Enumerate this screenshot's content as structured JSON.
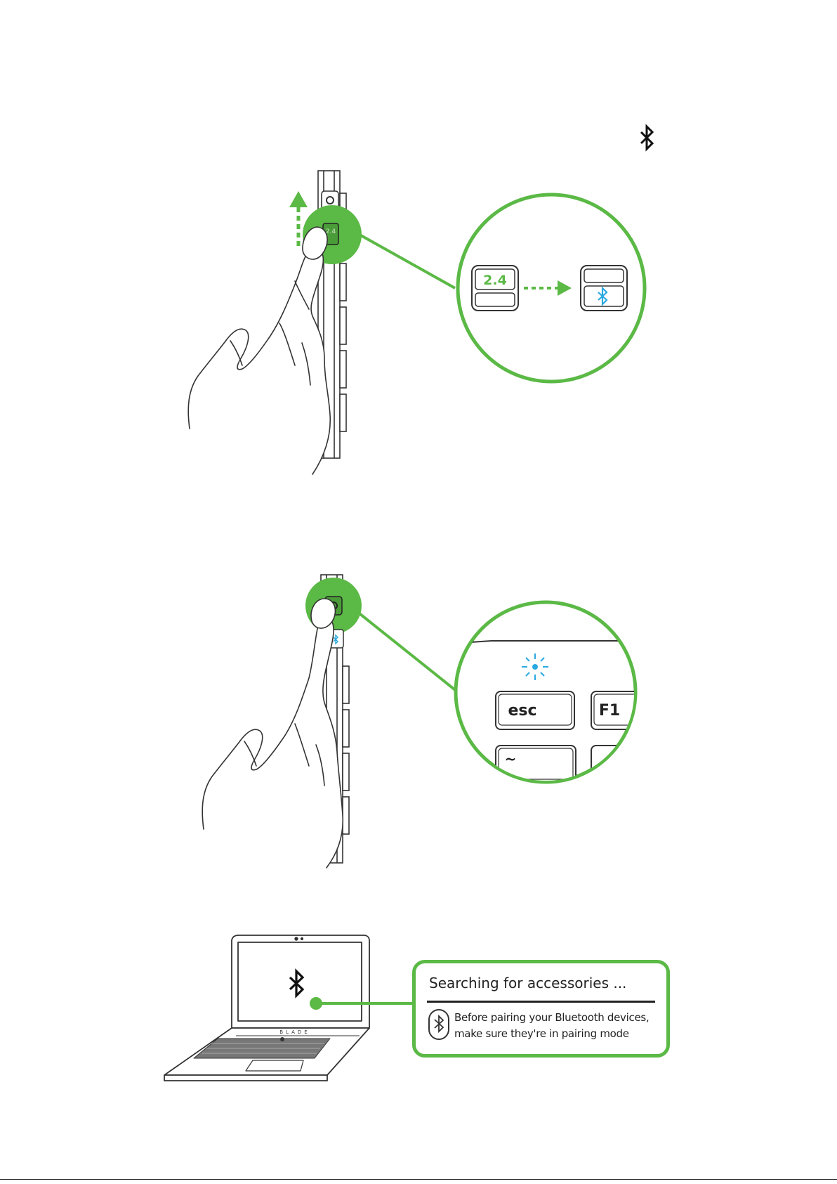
{
  "colors": {
    "accent": "#5bb946",
    "bluetooth_blue": "#29a9e1",
    "line": "#333333"
  },
  "step1": {
    "header_icon": "bluetooth-icon",
    "mode_key_from": "2.4",
    "mode_key_to_icon": "bluetooth-icon"
  },
  "step2": {
    "key_esc": "esc",
    "key_f1": "F1",
    "key_tilde": "~",
    "indicator": "blinking-blue-led"
  },
  "step3": {
    "screen_icon": "bluetooth-icon",
    "laptop_brand": "BLADE",
    "popup_title": "Searching for accessories ...",
    "popup_message_line1": "Before pairing your Bluetooth devices,",
    "popup_message_line2": "make sure they're in pairing mode"
  }
}
